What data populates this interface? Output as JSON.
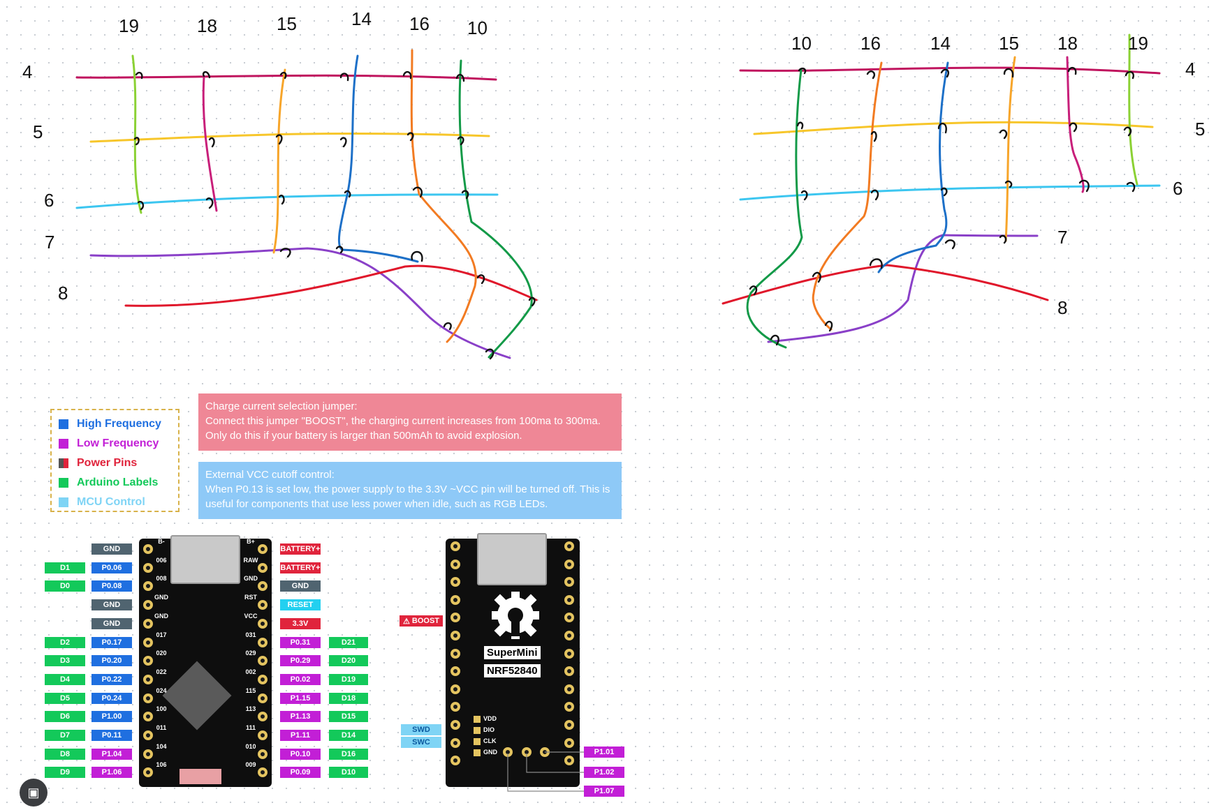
{
  "left_sketch": {
    "column_numbers": [
      "19",
      "18",
      "15",
      "14",
      "16",
      "10"
    ],
    "row_numbers": [
      "4",
      "5",
      "6",
      "7",
      "8"
    ]
  },
  "right_sketch": {
    "column_numbers": [
      "10",
      "16",
      "14",
      "15",
      "18",
      "19"
    ],
    "row_numbers": [
      "4",
      "5",
      "6",
      "7",
      "8"
    ]
  },
  "legend": [
    {
      "label": "High Frequency",
      "color": "#1f6fe0"
    },
    {
      "label": "Low Frequency",
      "color": "#c21fd6"
    },
    {
      "label": "Power Pins",
      "color": "#e0243c"
    },
    {
      "label": "Arduino Labels",
      "color": "#13c95a"
    },
    {
      "label": "MCU Control",
      "color": "#7fd4f5"
    }
  ],
  "notes": {
    "charge": {
      "title": "Charge current selection jumper:",
      "body": "Connect this jumper \"BOOST\", the charging current increases from 100ma to 300ma. Only do this if your battery is larger than 500mAh to avoid explosion."
    },
    "vcc": {
      "title": "External VCC cutoff control:",
      "body": "When P0.13 is set low, the power supply to the 3.3V ~VCC pin will be turned off. This is useful for components that use less power when idle, such as RGB LEDs."
    }
  },
  "pinout_left": [
    {
      "arduino": "",
      "pin": "GND",
      "pin_type": "gnd"
    },
    {
      "arduino": "D1",
      "pin": "P0.06",
      "pin_type": "high"
    },
    {
      "arduino": "D0",
      "pin": "P0.08",
      "pin_type": "high"
    },
    {
      "arduino": "",
      "pin": "GND",
      "pin_type": "gnd"
    },
    {
      "arduino": "",
      "pin": "GND",
      "pin_type": "gnd"
    },
    {
      "arduino": "D2",
      "pin": "P0.17",
      "pin_type": "high"
    },
    {
      "arduino": "D3",
      "pin": "P0.20",
      "pin_type": "high"
    },
    {
      "arduino": "D4",
      "pin": "P0.22",
      "pin_type": "high"
    },
    {
      "arduino": "D5",
      "pin": "P0.24",
      "pin_type": "high"
    },
    {
      "arduino": "D6",
      "pin": "P1.00",
      "pin_type": "high"
    },
    {
      "arduino": "D7",
      "pin": "P0.11",
      "pin_type": "high"
    },
    {
      "arduino": "D8",
      "pin": "P1.04",
      "pin_type": "low"
    },
    {
      "arduino": "D9",
      "pin": "P1.06",
      "pin_type": "low"
    }
  ],
  "pinout_right": [
    {
      "pin": "BATTERY+",
      "arduino": "",
      "pin_type": "power"
    },
    {
      "pin": "BATTERY+",
      "arduino": "",
      "pin_type": "power"
    },
    {
      "pin": "GND",
      "arduino": "",
      "pin_type": "gnd"
    },
    {
      "pin": "RESET",
      "arduino": "",
      "pin_type": "mcu"
    },
    {
      "pin": "3.3V",
      "arduino": "",
      "pin_type": "power"
    },
    {
      "pin": "P0.31",
      "arduino": "D21",
      "pin_type": "low"
    },
    {
      "pin": "P0.29",
      "arduino": "D20",
      "pin_type": "low"
    },
    {
      "pin": "P0.02",
      "arduino": "D19",
      "pin_type": "low"
    },
    {
      "pin": "P1.15",
      "arduino": "D18",
      "pin_type": "low"
    },
    {
      "pin": "P1.13",
      "arduino": "D15",
      "pin_type": "low"
    },
    {
      "pin": "P1.11",
      "arduino": "D14",
      "pin_type": "low"
    },
    {
      "pin": "P0.10",
      "arduino": "D16",
      "pin_type": "low"
    },
    {
      "pin": "P0.09",
      "arduino": "D10",
      "pin_type": "low"
    }
  ],
  "front_silk_left": [
    "B-",
    "006",
    "008",
    "GND",
    "GND",
    "017",
    "020",
    "022",
    "024",
    "100",
    "011",
    "104",
    "106"
  ],
  "front_silk_right": [
    "B+",
    "RAW",
    "GND",
    "RST",
    "VCC",
    "031",
    "029",
    "002",
    "115",
    "113",
    "111",
    "010",
    "009"
  ],
  "back_board": {
    "title_line1": "SuperMini",
    "title_line2": "NRF52840",
    "boost_label": "BOOST",
    "swd_label": "SWD",
    "swc_label": "SWC",
    "debug_pads": [
      "VDD",
      "DIO",
      "CLK",
      "GND"
    ],
    "bottom_pins": [
      "P1.01",
      "P1.02",
      "P1.07"
    ]
  }
}
